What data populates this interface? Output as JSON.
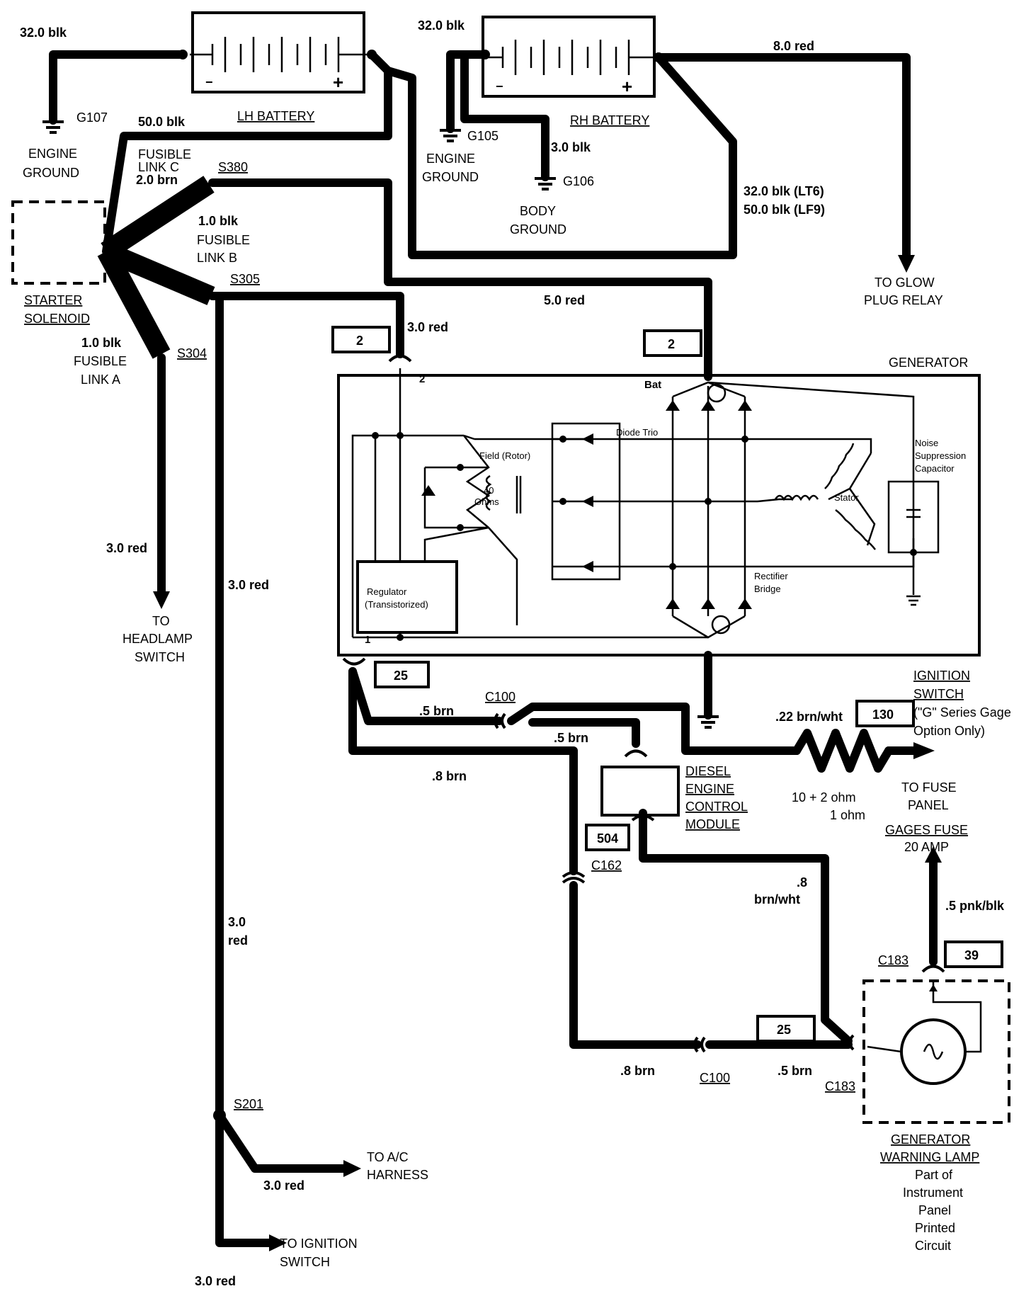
{
  "batteries": {
    "lh": {
      "label": "LH BATTERY",
      "plus": "+",
      "minus": "−"
    },
    "rh": {
      "label": "RH BATTERY",
      "plus": "+",
      "minus": "−"
    }
  },
  "grounds": {
    "g107": "G107",
    "g105": "G105",
    "g106": "G106",
    "engine_ground_1": [
      "ENGINE",
      "GROUND"
    ],
    "engine_ground_2": [
      "ENGINE",
      "GROUND"
    ],
    "body_ground": [
      "BODY",
      "GROUND"
    ]
  },
  "wires": {
    "lh_ground": "32.0 blk",
    "rh_ground": "32.0 blk",
    "lh_to_starter": "50.0 blk",
    "rh_to_glow": "8.0 red",
    "body_ground": "3.0 blk",
    "rh_to_lh_lt6": "32.0 blk (LT6)",
    "rh_to_lh_lf9": "50.0 blk (LF9)",
    "gen_bat": "5.0 red",
    "gen_term2": "3.0 red",
    "headlamp": "3.0 red",
    "s305_main": "3.0 red",
    "s201_top": "3.0",
    "s201_top2": "red",
    "ac": "3.0 red",
    "ignition": "3.0 red",
    "c100_brn": ".5 brn",
    "decm_brn": ".5 brn",
    "term1_brn": ".8 brn",
    "ign_brnwht": ".22 brn/wht",
    "decm_out_1": ".8",
    "decm_out_2": "brn/wht",
    "lamp_feed": ".5 pnk/blk",
    "bottom_brn8": ".8 brn",
    "bottom_brn5": ".5 brn"
  },
  "fusible_links": {
    "c": [
      "FUSIBLE",
      "LINK C",
      "2.0 brn"
    ],
    "b": [
      "1.0 blk",
      "FUSIBLE",
      "LINK B"
    ],
    "a": [
      "1.0 blk",
      "FUSIBLE",
      "LINK A"
    ]
  },
  "splices": {
    "s380": "S380",
    "s305": "S305",
    "s304": "S304",
    "s201": "S201"
  },
  "connectors": {
    "c100_top": "C100",
    "c100_bottom": "C100",
    "c162": "C162",
    "c183_top": "C183",
    "c183_bottom": "C183"
  },
  "circuits": {
    "c2a": "2",
    "c2b": "2",
    "c25a": "25",
    "c25b": "25",
    "c130": "130",
    "c504": "504",
    "c39": "39"
  },
  "starter": [
    "STARTER",
    "SOLENOID"
  ],
  "destinations": {
    "glow": [
      "TO GLOW",
      "PLUG RELAY"
    ],
    "headlamp": [
      "TO",
      "HEADLAMP",
      "SWITCH"
    ],
    "ac": [
      "TO A/C",
      "HARNESS"
    ],
    "ignition": [
      "TO IGNITION",
      "SWITCH"
    ],
    "fuse_panel": [
      "TO FUSE",
      "PANEL"
    ]
  },
  "generator": {
    "title": "GENERATOR",
    "bat": "Bat",
    "term2": "2",
    "term1": "1",
    "plus": "⊕",
    "minus": "⊖",
    "diode_trio": "Diode Trio",
    "field": "Field (Rotor)",
    "ohms": [
      "40",
      "Ohms"
    ],
    "regulator": [
      "Regulator",
      "(Transistorized)"
    ],
    "stator": "Stator",
    "rectifier": [
      "Rectifier",
      "Bridge"
    ],
    "noise": [
      "Noise",
      "Suppression",
      "Capacitor"
    ]
  },
  "ignition_switch": [
    "IGNITION",
    "SWITCH",
    "(\"G\" Series Gage",
    "Option Only)"
  ],
  "resistor": [
    "10 + 2 ohm",
    "1 ohm"
  ],
  "decm": [
    "DIESEL",
    "ENGINE",
    "CONTROL",
    "MODULE"
  ],
  "gages_fuse": [
    "GAGES FUSE",
    "20 AMP"
  ],
  "warning_lamp": [
    "GENERATOR",
    "WARNING LAMP",
    "Part of",
    "Instrument",
    "Panel",
    "Printed",
    "Circuit"
  ]
}
